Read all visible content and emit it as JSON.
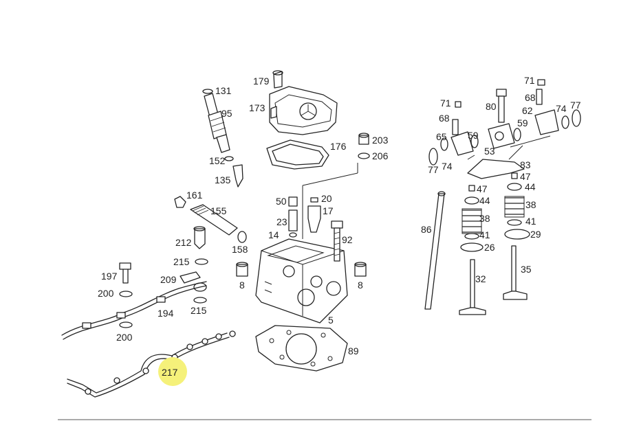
{
  "highlight": {
    "label": "217",
    "color": "#f5f17a"
  },
  "labels": {
    "p179": "179",
    "p173": "173",
    "p131": "131",
    "p95": "95",
    "p152": "152",
    "p135": "135",
    "p176": "176",
    "p203": "203",
    "p206": "206",
    "p161": "161",
    "p155": "155",
    "p158": "158",
    "p212": "212",
    "p215a": "215",
    "p209": "209",
    "p215b": "215",
    "p197": "197",
    "p200a": "200",
    "p194": "194",
    "p200b": "200",
    "p50": "50",
    "p20": "20",
    "p17": "17",
    "p23": "23",
    "p14": "14",
    "p92": "92",
    "p8a": "8",
    "p8b": "8",
    "p5": "5",
    "p89": "89",
    "p71a": "71",
    "p68a": "68",
    "p65": "65",
    "p59a": "59",
    "p77a": "77",
    "p74a": "74",
    "p80": "80",
    "p53": "53",
    "p71b": "71",
    "p68b": "68",
    "p62": "62",
    "p59b": "59",
    "p74b": "74",
    "p77b": "77",
    "p83": "83",
    "p47a": "47",
    "p44a": "44",
    "p38a": "38",
    "p41a": "41",
    "p26": "26",
    "p47b": "47",
    "p44b": "44",
    "p38b": "38",
    "p41b": "41",
    "p29": "29",
    "p86": "86",
    "p32": "32",
    "p35": "35"
  },
  "colors": {
    "line": "#222222",
    "divider": "#555555",
    "background": "#ffffff"
  }
}
